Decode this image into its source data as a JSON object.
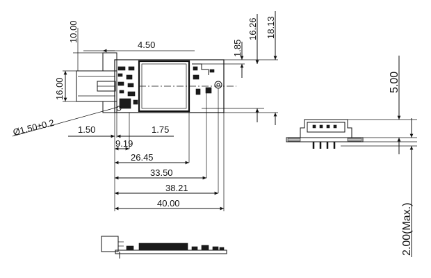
{
  "dimensions": {
    "d_10_00": "10.00",
    "d_4_50": "4.50",
    "d_16_26": "16.26",
    "d_18_13": "18.13",
    "d_1_85": "1.85",
    "d_16_00": "16.00",
    "d_hole": "Ø1.50±0.2",
    "d_1_50": "1.50",
    "d_1_75": "1.75",
    "d_9_19": "9.19",
    "d_26_45": "26.45",
    "d_33_50": "33.50",
    "d_38_21": "38.21",
    "d_40_00": "40.00",
    "d_5_00": "5.00",
    "d_2_00_max": "2.00(Max.)"
  },
  "colors": {
    "line": "#111111",
    "component": "#1a1a1a",
    "background": "#ffffff"
  }
}
